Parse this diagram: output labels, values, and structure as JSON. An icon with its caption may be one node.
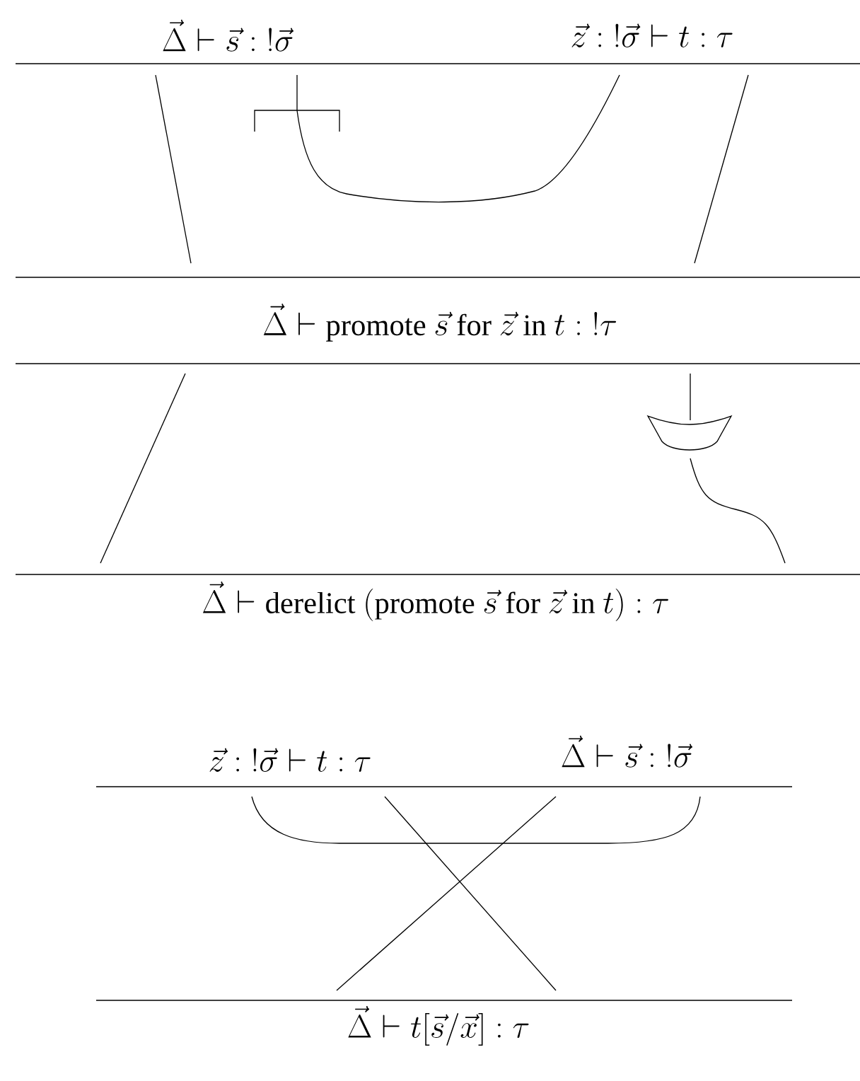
{
  "diagram": {
    "labels": [
      "\\vec{\\Delta} \\vdash \\vec{s} : {!}\\vec{\\sigma}",
      "\\vec{z} : {!}\\vec{\\sigma} \\vdash t : \\tau",
      "\\vec{\\Delta} \\vdash \\mathrm{promote}\\ \\vec{s}\\ \\mathrm{for}\\ \\vec{z}\\ \\mathrm{in}\\ t : {!}\\tau",
      "\\vec{\\Delta} \\vdash \\mathrm{derelict}\\ (\\mathrm{promote}\\ \\vec{s}\\ \\mathrm{for}\\ \\vec{z}\\ \\mathrm{in}\\ t) : \\tau",
      "\\vec{z} : {!}\\vec{\\sigma} \\vdash t : \\tau",
      "\\vec{\\Delta} \\vdash \\vec{s} : {!}\\vec{\\sigma}",
      "\\vec{\\Delta} \\vdash t[\\vec{s}/\\vec{x}] : \\tau"
    ]
  }
}
